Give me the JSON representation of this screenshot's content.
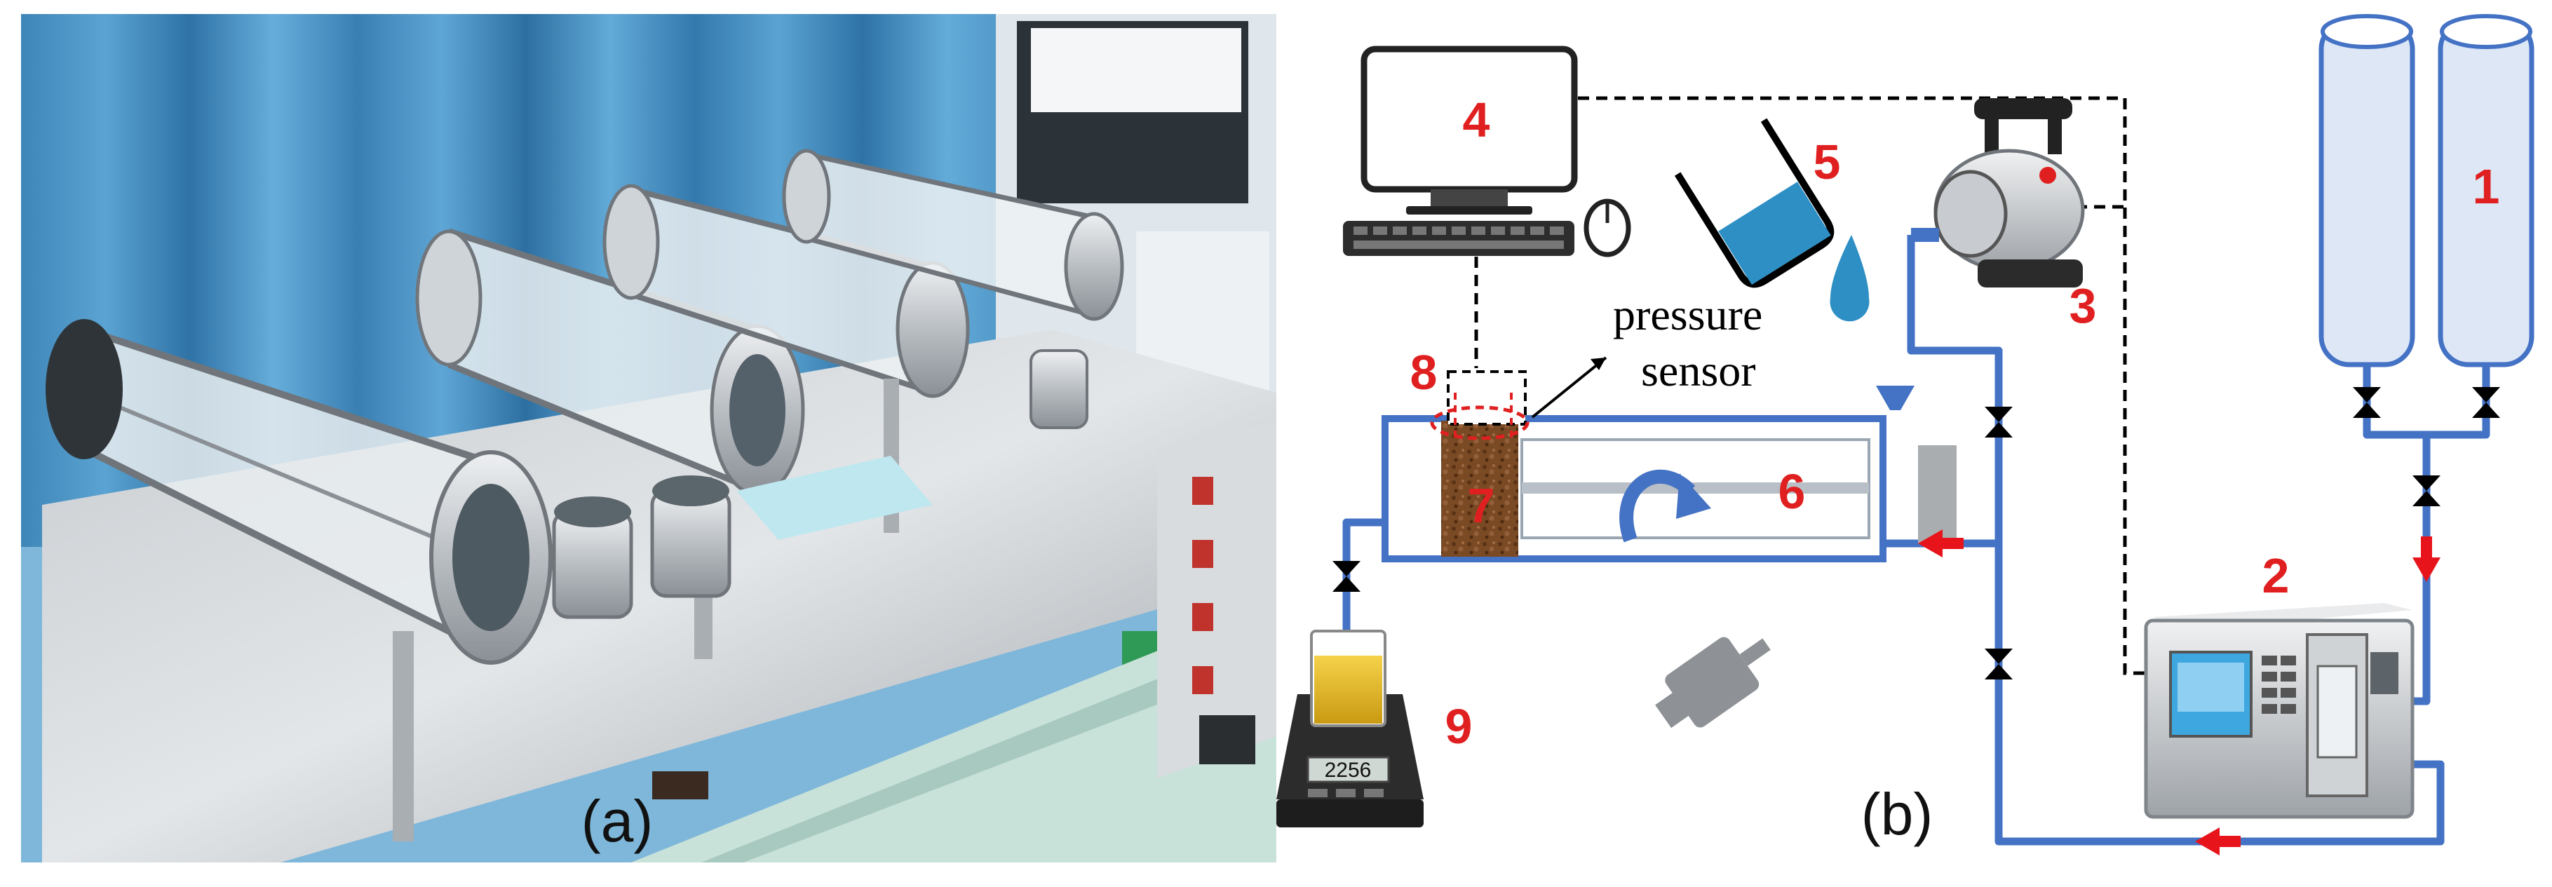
{
  "panel_a": {
    "label": "(a)"
  },
  "panel_b": {
    "label": "(b)"
  },
  "components": {
    "c1": "1",
    "c2": "2",
    "c3": "3",
    "c4": "4",
    "c5": "5",
    "c6": "6",
    "c7": "7",
    "c8": "8",
    "c9": "9"
  },
  "sensor": {
    "line1": "pressure",
    "line2": "sensor"
  },
  "scale": {
    "reading": "2256"
  },
  "colors": {
    "pipe": "#4472c4",
    "number": "#e02020",
    "arrow": "#e8141b",
    "core": "#7a4a24",
    "tank": "#dde7f6",
    "water": "#2e8fc5",
    "dashed": "#000000"
  },
  "icons": {
    "computer": "desktop-computer-icon",
    "beaker": "pouring-beaker-icon",
    "droplet": "water-droplet-icon",
    "pump": "vacuum-pump-icon",
    "syringe": "syringe-pump-icon",
    "cylinders": "gas-cylinders-icon",
    "scale": "balance-scale-icon"
  }
}
